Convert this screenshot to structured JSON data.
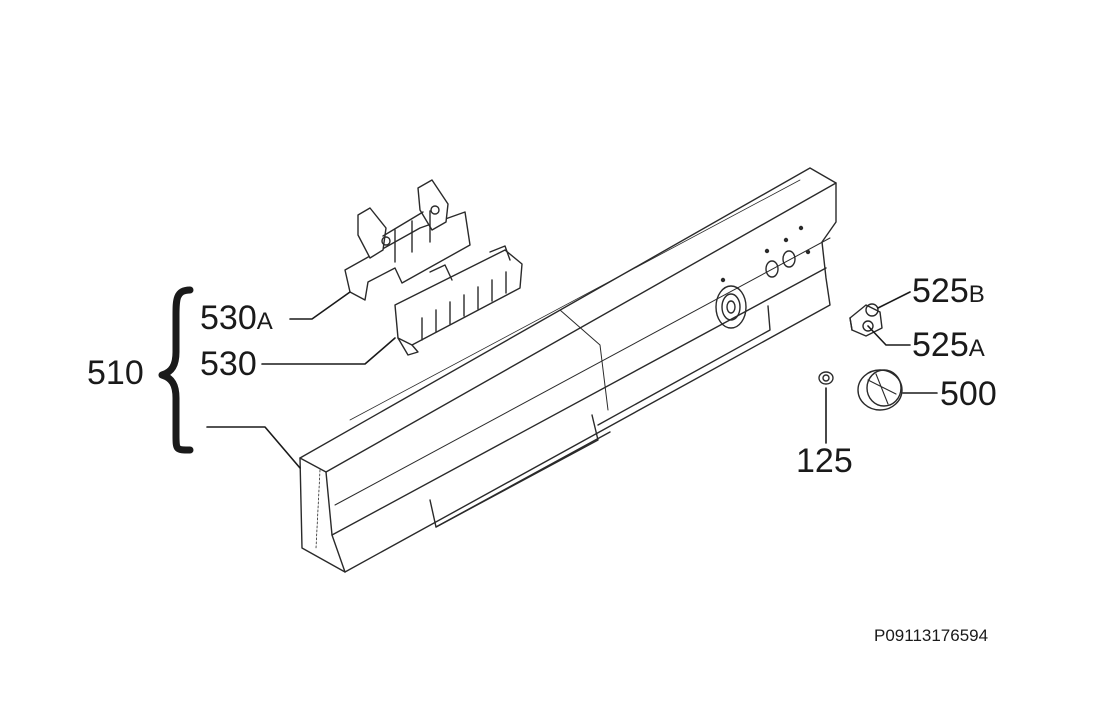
{
  "reference": "P09113176594",
  "callouts": {
    "c510": {
      "num": "510",
      "suffix": ""
    },
    "c530a": {
      "num": "530",
      "suffix": "A"
    },
    "c530": {
      "num": "530",
      "suffix": ""
    },
    "c525b": {
      "num": "525",
      "suffix": "B"
    },
    "c525a": {
      "num": "525",
      "suffix": "A"
    },
    "c500": {
      "num": "500",
      "suffix": ""
    },
    "c125": {
      "num": "125",
      "suffix": ""
    }
  }
}
